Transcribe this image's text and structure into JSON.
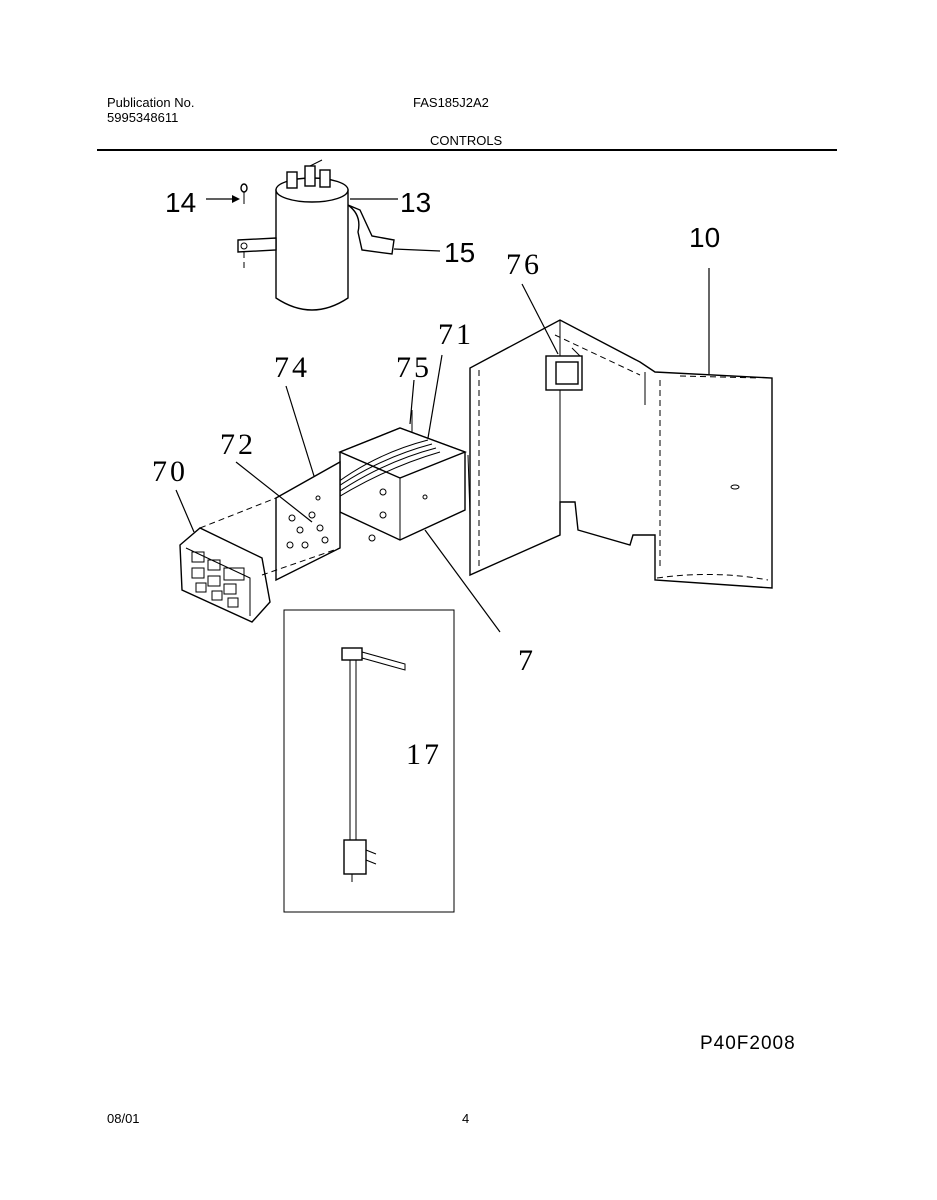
{
  "header": {
    "publication_label": "Publication No.",
    "publication_number": "5995348611",
    "model": "FAS185J2A2",
    "section": "CONTROLS"
  },
  "callouts": {
    "c14": "14",
    "c13": "13",
    "c15": "15",
    "c10": "10",
    "c76": "76",
    "c71": "71",
    "c74": "74",
    "c75": "75",
    "c72": "72",
    "c70": "70",
    "c7": "7",
    "c17": "17"
  },
  "figure_code": "P40F2008",
  "footer": {
    "date": "08/01",
    "page": "4"
  }
}
